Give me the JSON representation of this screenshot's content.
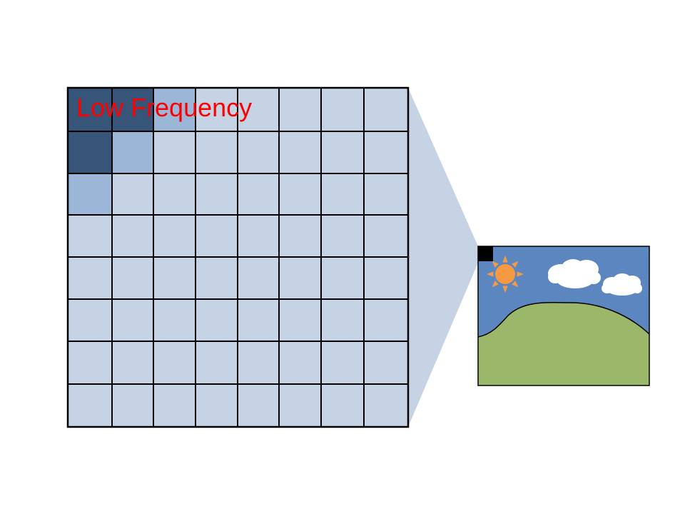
{
  "diagram": {
    "label": "Low Frequency",
    "grid": {
      "rows": 8,
      "cols": 8,
      "highlighted_cells": [
        {
          "row": 0,
          "col": 0,
          "shade": "dark"
        },
        {
          "row": 0,
          "col": 1,
          "shade": "dark"
        },
        {
          "row": 1,
          "col": 0,
          "shade": "dark"
        },
        {
          "row": 0,
          "col": 2,
          "shade": "medium"
        },
        {
          "row": 1,
          "col": 1,
          "shade": "medium"
        },
        {
          "row": 2,
          "col": 0,
          "shade": "medium"
        }
      ]
    },
    "thumbnail": {
      "contents": [
        "sun-icon",
        "cloud-icon",
        "cloud-icon",
        "hill",
        "selected-block-marker"
      ]
    }
  },
  "colors": {
    "label": "#ff0000",
    "cell_light": "#c5d3e5",
    "cell_medium": "#9cb6d8",
    "cell_dark": "#375578",
    "grid_line": "#000000",
    "zoom_wedge": "#c5d3e5",
    "sky": "#5b86bf",
    "hill": "#9bb86a",
    "sun": "#f59a43",
    "cloud": "#ffffff",
    "marker": "#000000"
  }
}
